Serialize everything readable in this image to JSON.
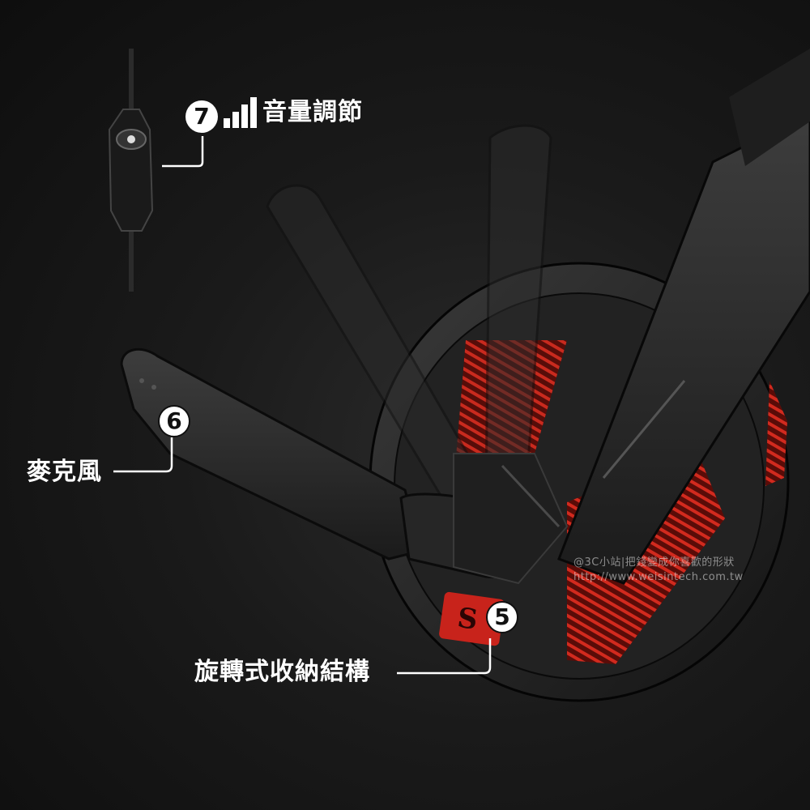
{
  "callouts": {
    "volume": {
      "number": "7",
      "label": "音量調節"
    },
    "mic": {
      "number": "6",
      "label": "麥克風"
    },
    "fold": {
      "number": "5",
      "label": "旋轉式收納結構"
    }
  },
  "watermark": {
    "line1": "@3C小站|把錢變成你喜歡的形狀",
    "line2": "http://www.weisintech.com.tw"
  },
  "colors": {
    "accent_red": "#c8231b",
    "body_black": "#1c1c1c",
    "label_white": "#ffffff"
  },
  "icons": {
    "volume": "signal-bars-icon"
  }
}
